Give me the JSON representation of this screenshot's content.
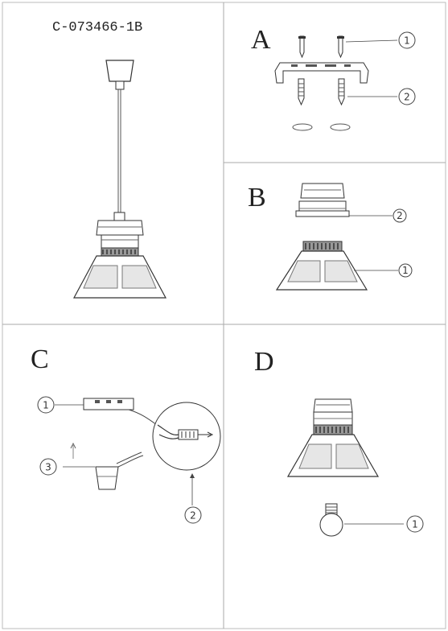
{
  "model_number": "C-073466-1B",
  "panels": [
    {
      "letter": "A",
      "callouts": [
        "1",
        "2"
      ]
    },
    {
      "letter": "B",
      "callouts": [
        "2",
        "1"
      ]
    },
    {
      "letter": "C",
      "callouts": [
        "1",
        "3",
        "2"
      ]
    },
    {
      "letter": "D",
      "callouts": [
        "1"
      ]
    }
  ]
}
